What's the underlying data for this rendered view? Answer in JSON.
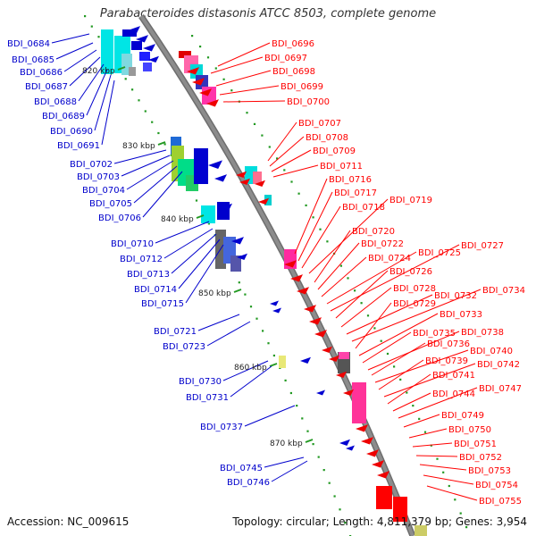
{
  "title": "Parabacteroides distasonis ATCC 8503, complete genome",
  "footer": {
    "accession": "Accession: NC_009615",
    "summary": "Topology: circular; Length: 4,811,379 bp; Genes: 3,954"
  },
  "colors": {
    "backbone": "#8c8c8c",
    "minus_label": "#0000cc",
    "plus_label": "#ff0000",
    "tick_dots": "#229922",
    "kbp_label": "#222222"
  },
  "kbp_ticks": [
    "820 kbp",
    "830 kbp",
    "840 kbp",
    "850 kbp",
    "860 kbp",
    "870 kbp"
  ],
  "minus_genes": [
    "BDI_0684",
    "BDI_0685",
    "BDI_0686",
    "BDI_0687",
    "BDI_0688",
    "BDI_0689",
    "BDI_0690",
    "BDI_0691",
    "BDI_0702",
    "BDI_0703",
    "BDI_0704",
    "BDI_0705",
    "BDI_0706",
    "BDI_0710",
    "BDI_0712",
    "BDI_0713",
    "BDI_0714",
    "BDI_0715",
    "BDI_0721",
    "BDI_0723",
    "BDI_0730",
    "BDI_0731",
    "BDI_0737",
    "BDI_0745",
    "BDI_0746"
  ],
  "plus_genes": [
    "BDI_0696",
    "BDI_0697",
    "BDI_0698",
    "BDI_0699",
    "BDI_0700",
    "BDI_0707",
    "BDI_0708",
    "BDI_0709",
    "BDI_0711",
    "BDI_0716",
    "BDI_0717",
    "BDI_0718",
    "BDI_0719",
    "BDI_0720",
    "BDI_0722",
    "BDI_0724",
    "BDI_0725",
    "BDI_0727",
    "BDI_0726",
    "BDI_0728",
    "BDI_0732",
    "BDI_0734",
    "BDI_0729",
    "BDI_0733",
    "BDI_0735",
    "BDI_0738",
    "BDI_0736",
    "BDI_0740",
    "BDI_0739",
    "BDI_0742",
    "BDI_0741",
    "BDI_0744",
    "BDI_0747",
    "BDI_0749",
    "BDI_0750",
    "BDI_0751",
    "BDI_0752",
    "BDI_0753",
    "BDI_0754",
    "BDI_0755"
  ]
}
